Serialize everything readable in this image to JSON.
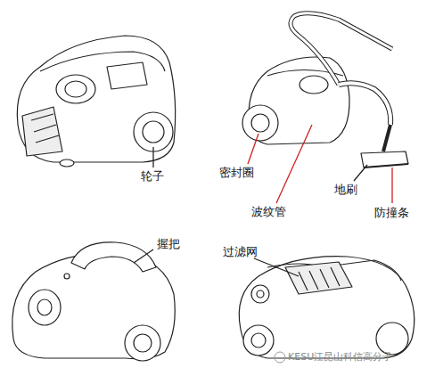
{
  "diagram": {
    "labels": [
      "轮子",
      "密封圈",
      "波纹管",
      "地刷",
      "防撞条",
      "握把",
      "过滤网",
      "KESU江昆山科信高分子"
    ]
  }
}
